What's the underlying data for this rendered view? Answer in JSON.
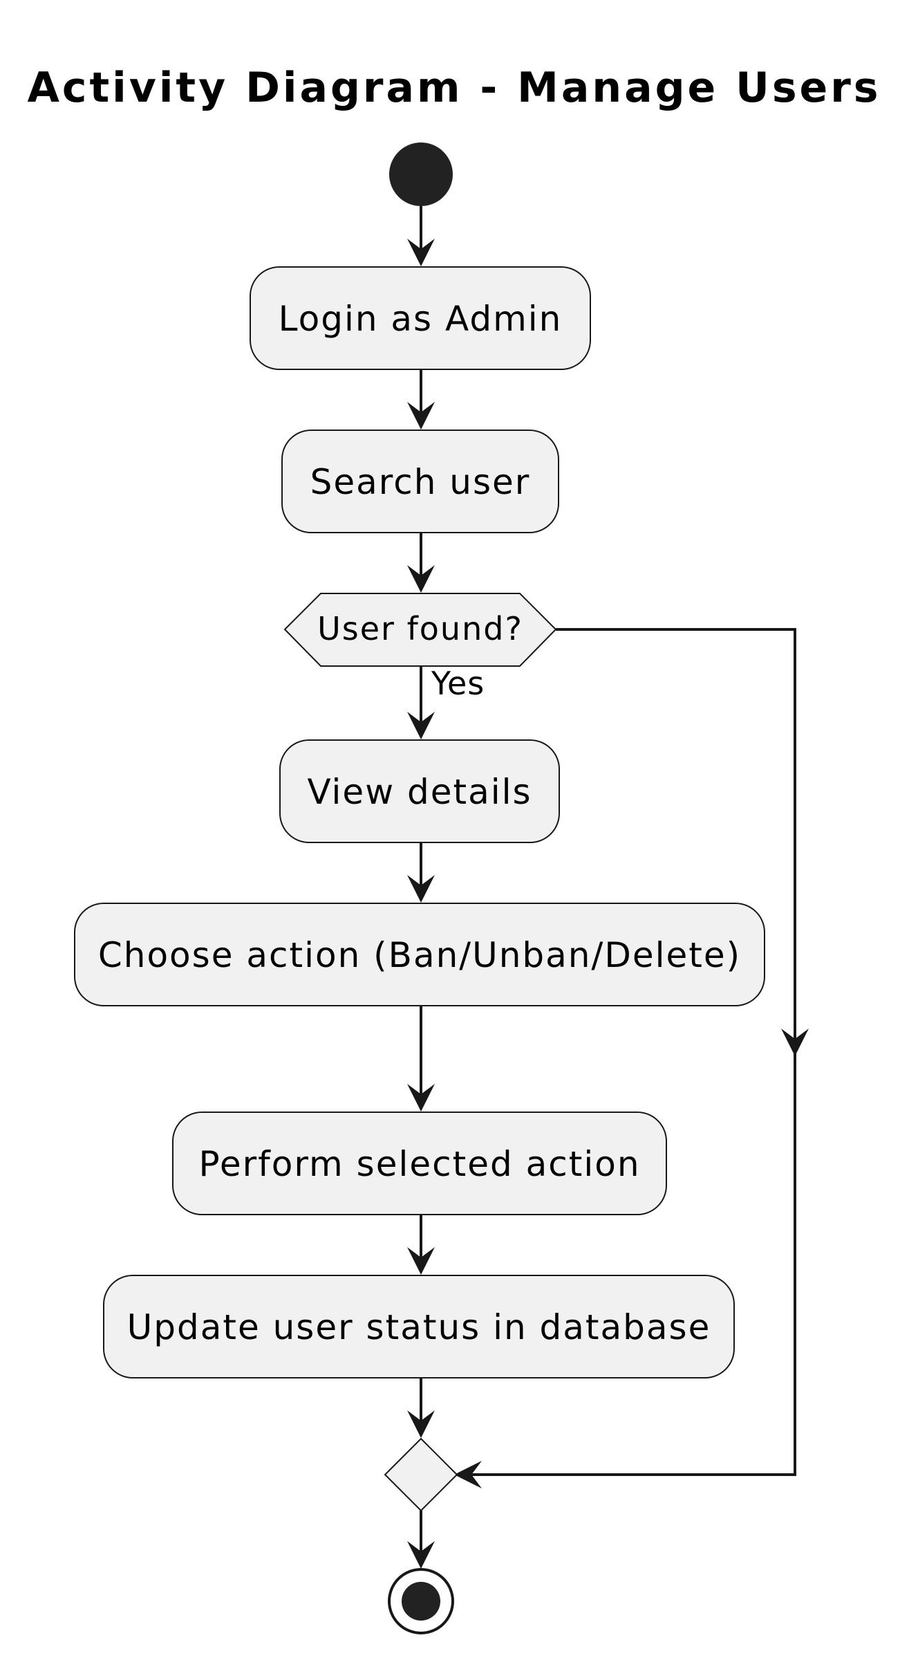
{
  "title": "Activity Diagram - Manage Users",
  "nodes": {
    "login": "Login as Admin",
    "search": "Search user",
    "decision": "User found?",
    "view": "View details",
    "choose": "Choose action (Ban/Unban/Delete)",
    "perform": "Perform selected action",
    "update": "Update user status in database"
  },
  "edge_labels": {
    "yes": "Yes"
  },
  "colors": {
    "node_fill": "#f1f1f1",
    "stroke": "#181818",
    "text": "#000000"
  }
}
